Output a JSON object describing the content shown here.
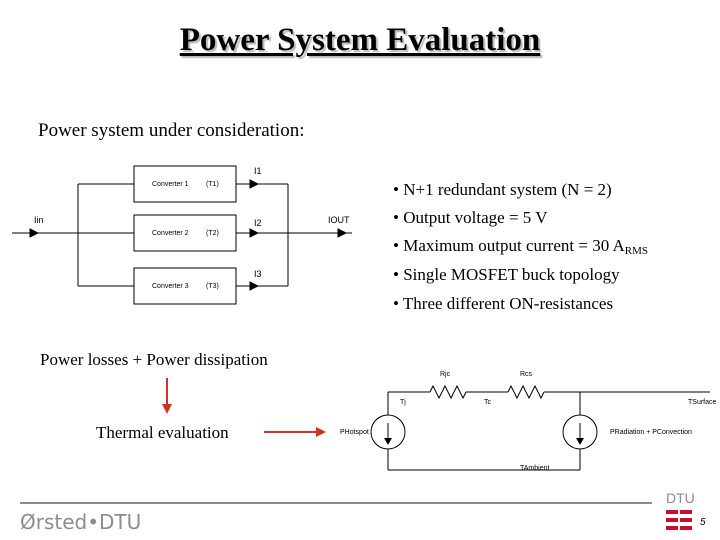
{
  "slide": {
    "title": "Power System Evaluation",
    "intro": "Power system under consideration:",
    "bullets": [
      "• N+1 redundant system  (N = 2)",
      "• Output voltage = 5 V",
      "• Maximum output current = 30 A",
      "• Single MOSFET buck topology",
      "• Three different ON-resistances"
    ],
    "bullet3_sub": "RMS",
    "losses_label": "Power losses + Power dissipation",
    "thermal_label": "Thermal evaluation",
    "page_number": "5",
    "footer_logo": "Ørsted•DTU",
    "dtu_mark": "DTU"
  },
  "converter_diagram": {
    "boxes": [
      "Converter 1",
      "Converter 2",
      "Converter 3"
    ],
    "temps": [
      "(T1)",
      "(T2)",
      "(T3)"
    ],
    "currents": [
      "I1",
      "I2",
      "I3"
    ],
    "input_label": "Iin",
    "output_label": "IOUT"
  },
  "thermal_circuit": {
    "source_left": "PHotspot",
    "source_right": "PRadiation + PConvection",
    "r1": "Rjc",
    "r2": "Rcs",
    "tj": "Tj",
    "tc": "Tc",
    "tsurface": "TSurface",
    "tambient": "TAmbient"
  },
  "colors": {
    "arrow": "#d7301f",
    "footer_rule": "#8c8c8c",
    "dtu_red": "#c8102e"
  }
}
